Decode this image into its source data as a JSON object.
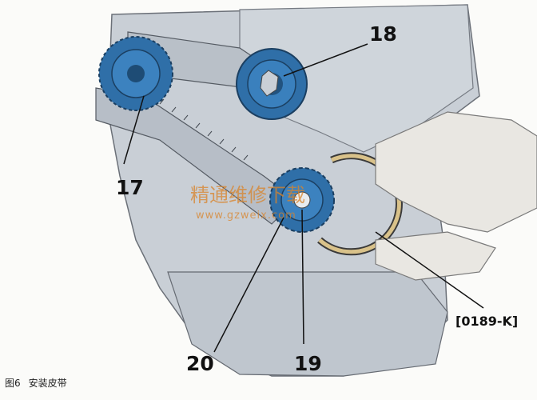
{
  "figure": {
    "callouts": {
      "c17": "17",
      "c18": "18",
      "c19": "19",
      "c20": "20",
      "tool": "[0189-K]"
    },
    "caption_number": "图6",
    "caption_text": "安装皮带",
    "watermark_cn": "精通维修下载",
    "watermark_url": "www.gzweix.com"
  },
  "colors": {
    "background": "#fbfbf9",
    "engine_block": "#c9cfd6",
    "belt": "#b7bec7",
    "sprocket_blue": "#2f6fa8",
    "tool_ring": "#d9c28a",
    "hand": "#e9e7e2",
    "watermark": "#d9842a"
  }
}
